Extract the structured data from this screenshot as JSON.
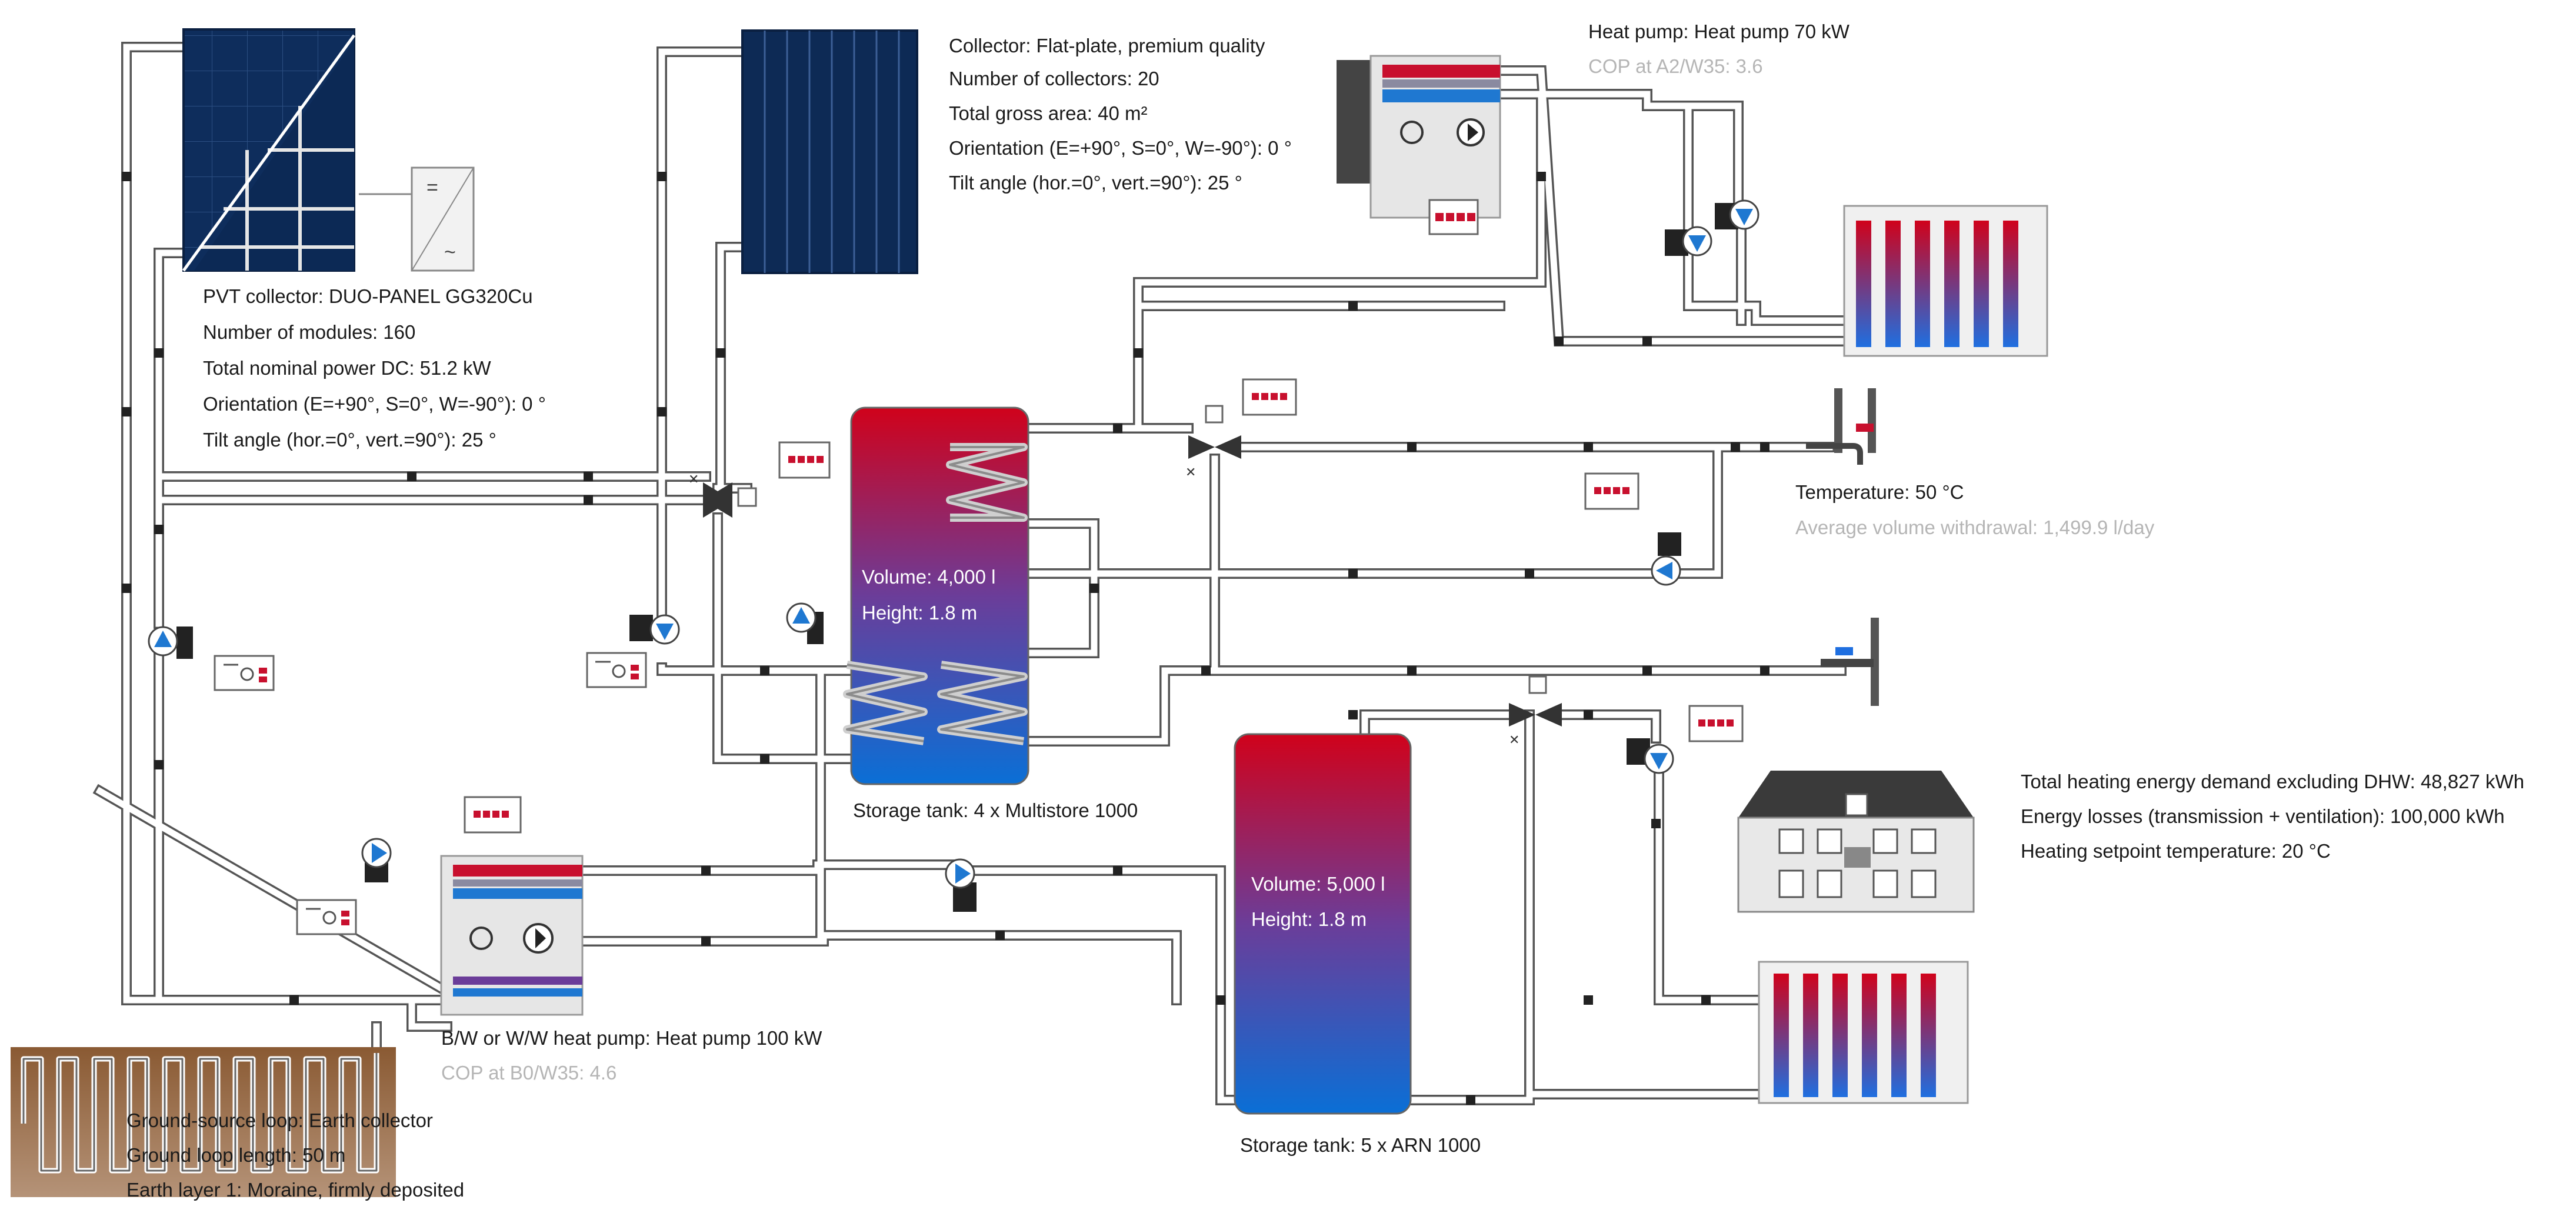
{
  "diagram": {
    "pvt_collector": {
      "title": "PVT collector: DUO-PANEL GG320Cu",
      "modules": "Number of modules: 160",
      "power": "Total nominal power DC: 51.2 kW",
      "orientation": "Orientation (E=+90°, S=0°, W=-90°): 0 °",
      "tilt": "Tilt angle (hor.=0°, vert.=90°): 25 °"
    },
    "solar_collector": {
      "title": "Collector: Flat-plate, premium quality",
      "count": "Number of collectors: 20",
      "area": "Total gross area: 40 m²",
      "orientation": "Orientation (E=+90°, S=0°, W=-90°): 0 °",
      "tilt": "Tilt angle (hor.=0°, vert.=90°): 25 °"
    },
    "heat_pump_top": {
      "title": "Heat pump: Heat pump 70 kW",
      "cop": "COP at A2/W35: 3.6"
    },
    "heat_pump_ground": {
      "title": "B/W or W/W heat pump: Heat pump 100 kW",
      "cop": "COP at B0/W35: 4.6"
    },
    "ground_loop": {
      "title": "Ground-source loop: Earth collector",
      "length": "Ground loop length: 50 m",
      "layer": "Earth layer 1: Moraine, firmly deposited"
    },
    "tank_main": {
      "volume": "Volume: 4,000 l",
      "height": "Height: 1.8 m",
      "caption": "Storage tank: 4 x Multistore 1000"
    },
    "tank_second": {
      "volume": "Volume: 5,000 l",
      "height": "Height: 1.8 m",
      "caption": "Storage tank: 5 x ARN 1000"
    },
    "dhw": {
      "temperature": "Temperature: 50 °C",
      "withdrawal": "Average volume withdrawal: 1,499.9 l/day"
    },
    "building": {
      "demand": "Total heating energy demand excluding DHW: 48,827 kWh",
      "losses": "Energy losses (transmission + ventilation): 100,000 kWh",
      "setpoint": "Heating setpoint temperature: 20 °C"
    },
    "colors": {
      "panel": "#0d2a55",
      "hot": "#c8102e",
      "cold": "#0a6fd6",
      "pipe": "#555555",
      "pump": "#1f78d1",
      "soil": "#7a4e2d"
    }
  }
}
